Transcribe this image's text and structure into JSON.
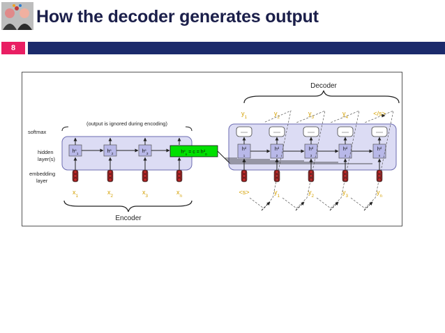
{
  "slide": {
    "title": "How the decoder generates output",
    "number": "8",
    "logo_icon": "faces-logo-icon"
  },
  "colors": {
    "title": "#1b1f4a",
    "slide_number_bg": "#e91e63",
    "header_bar": "#1b2a6b",
    "panel_fill": "#dcdcf4",
    "panel_stroke": "#6b6bb0",
    "hidden_box": "#b8b8e8",
    "context_box": "#00e000",
    "token_text": "#d4a000",
    "embedding_red": "#c62828"
  },
  "diagram": {
    "decoder_label": "Decoder",
    "encoder_label": "Encoder",
    "softmax_label": "softmax",
    "hidden_label_1": "hidden",
    "hidden_label_2": "layer(s)",
    "embedding_label_1": "embedding",
    "embedding_label_2": "layer",
    "ignored_note": "(output is ignored during encoding)",
    "encoder_inputs": [
      "x",
      "x",
      "x",
      "x"
    ],
    "encoder_input_subs": [
      "1",
      "2",
      "3",
      "n"
    ],
    "encoder_hidden": [
      "h",
      "h",
      "h"
    ],
    "encoder_hidden_subs": [
      "1",
      "2",
      "3"
    ],
    "context_text": "h",
    "context_sup": "e",
    "context_sub": "n",
    "context_mid": " = c = h",
    "context_sup2": "d",
    "context_sub2": "0",
    "decoder_inputs": [
      "<s>",
      "y",
      "y",
      "y",
      "y"
    ],
    "decoder_input_subs": [
      "",
      "1",
      "2",
      "3",
      "n"
    ],
    "decoder_outputs": [
      "y",
      "y",
      "y",
      "y",
      "</s>"
    ],
    "decoder_output_subs": [
      "1",
      "2",
      "3",
      "4",
      ""
    ],
    "decoder_hidden_sup": "d",
    "decoder_hidden_subs": [
      "1",
      "2",
      "3",
      "4",
      "n"
    ]
  }
}
